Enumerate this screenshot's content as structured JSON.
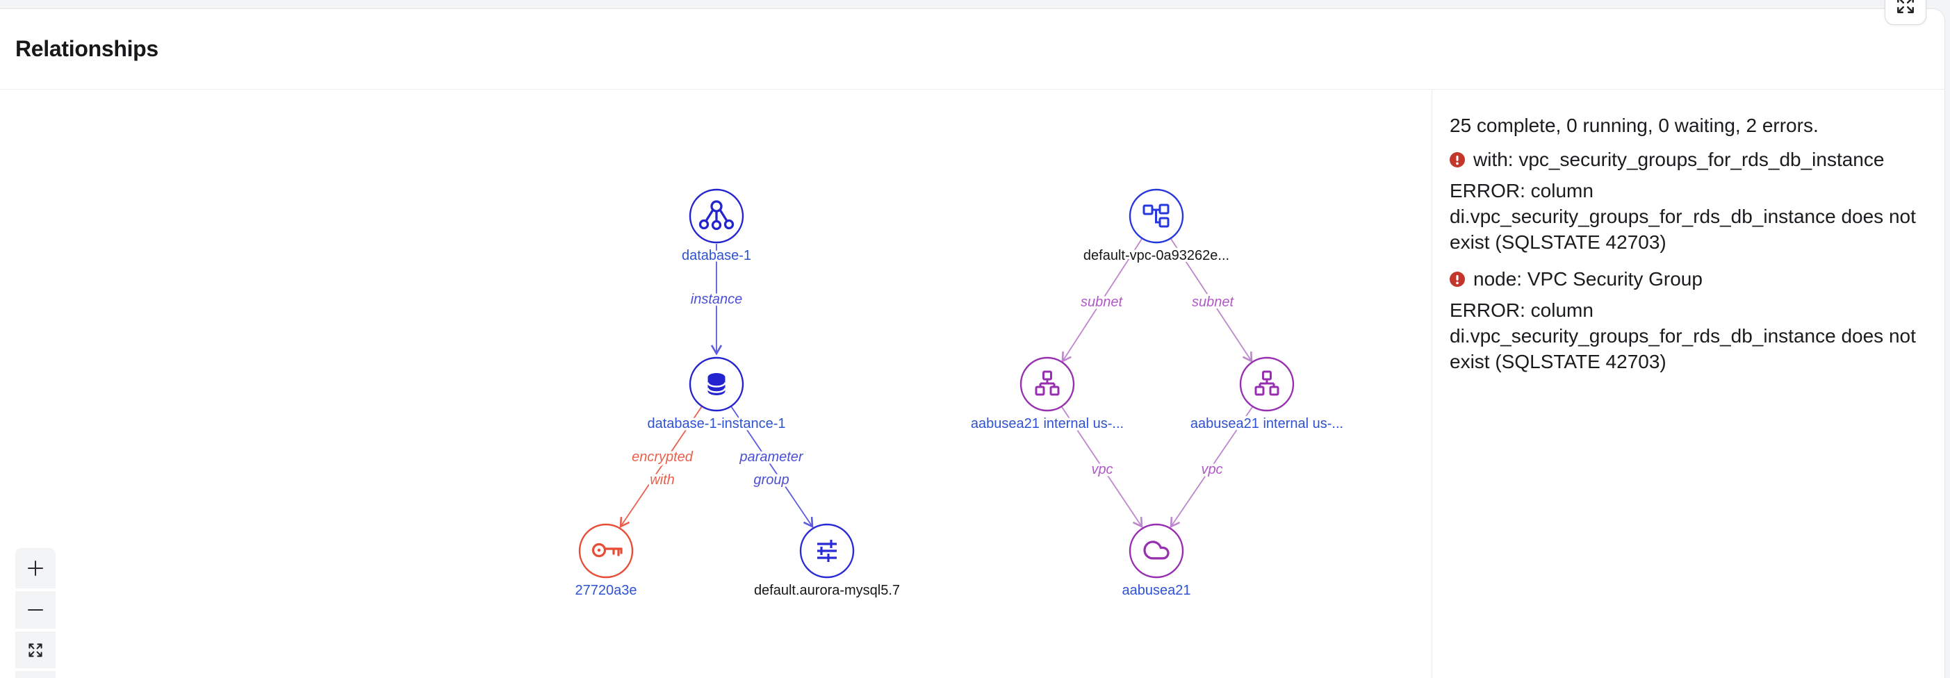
{
  "header": {
    "title": "Relationships"
  },
  "panel": {
    "status": "25 complete, 0 running, 0 waiting, 2 errors.",
    "errors": [
      {
        "source": "with: vpc_security_groups_for_rds_db_instance",
        "message": "ERROR: column di.vpc_security_groups_for_rds_db_instance does not exist (SQLSTATE 42703)"
      },
      {
        "source": "node: VPC Security Group",
        "message": "ERROR: column di.vpc_security_groups_for_rds_db_instance does not exist (SQLSTATE 42703)"
      }
    ]
  },
  "diagram": {
    "nodes": [
      {
        "id": "rds-cluster",
        "label": "database-1",
        "icon": "cluster-icon",
        "ring_color": "#2424ce",
        "label_color": "#2e52d2"
      },
      {
        "id": "rds-instance",
        "label": "database-1-instance-1",
        "icon": "database-icon",
        "ring_color": "#2424ce",
        "label_color": "#2e52d2"
      },
      {
        "id": "kms-key",
        "label": "27720a3e",
        "icon": "key-icon",
        "ring_color": "#e74c35",
        "label_color": "#2e52d2"
      },
      {
        "id": "parameter-group",
        "label": "default.aurora-mysql5.7",
        "icon": "sliders-icon",
        "ring_color": "#2b2bd6",
        "label_color": "#161616"
      },
      {
        "id": "vpc",
        "label": "default-vpc-0a93262e...",
        "icon": "network-icon",
        "ring_color": "#2637dd",
        "label_color": "#161616"
      },
      {
        "id": "subnet-left",
        "label": "aabusea21 internal us-...",
        "icon": "hierarchy-icon",
        "ring_color": "#972fb0",
        "label_color": "#2e52d2"
      },
      {
        "id": "subnet-right",
        "label": "aabusea21 internal us-...",
        "icon": "hierarchy-icon",
        "ring_color": "#972fb0",
        "label_color": "#2e52d2"
      },
      {
        "id": "vpc-cloud",
        "label": "aabusea21",
        "icon": "cloud-icon",
        "ring_color": "#972fb0",
        "label_color": "#2e52d2"
      }
    ],
    "edges": [
      {
        "id": "instance",
        "label": "instance",
        "color": "#4a4fd6"
      },
      {
        "id": "encrypted-with",
        "label_lines": [
          "encrypted",
          "with"
        ],
        "color": "#e8604b"
      },
      {
        "id": "parameter-group",
        "label_lines": [
          "parameter",
          "group"
        ],
        "color": "#4a4fd6"
      },
      {
        "id": "subnet-left",
        "label": "subnet",
        "color": "#b158c9"
      },
      {
        "id": "subnet-right",
        "label": "subnet",
        "color": "#b158c9"
      },
      {
        "id": "vpc-left",
        "label": "vpc",
        "color": "#b158c9"
      },
      {
        "id": "vpc-right",
        "label": "vpc",
        "color": "#b158c9"
      }
    ]
  },
  "colors": {
    "node_blue": "#2424ce",
    "node_vpc_blue": "#2637dd",
    "node_purple": "#972fb0",
    "node_red": "#e74c35",
    "edge_blue": "#5b5be0",
    "edge_red": "#e8604b",
    "edge_purple": "#bd86cf",
    "label_blue": "#2e52d2",
    "error_badge": "#c2362b",
    "page_background": "#f3f4f6"
  },
  "controls": {
    "zoom_in": "+",
    "zoom_out": "−",
    "fit_view": "expand",
    "fullscreen": "expand"
  }
}
